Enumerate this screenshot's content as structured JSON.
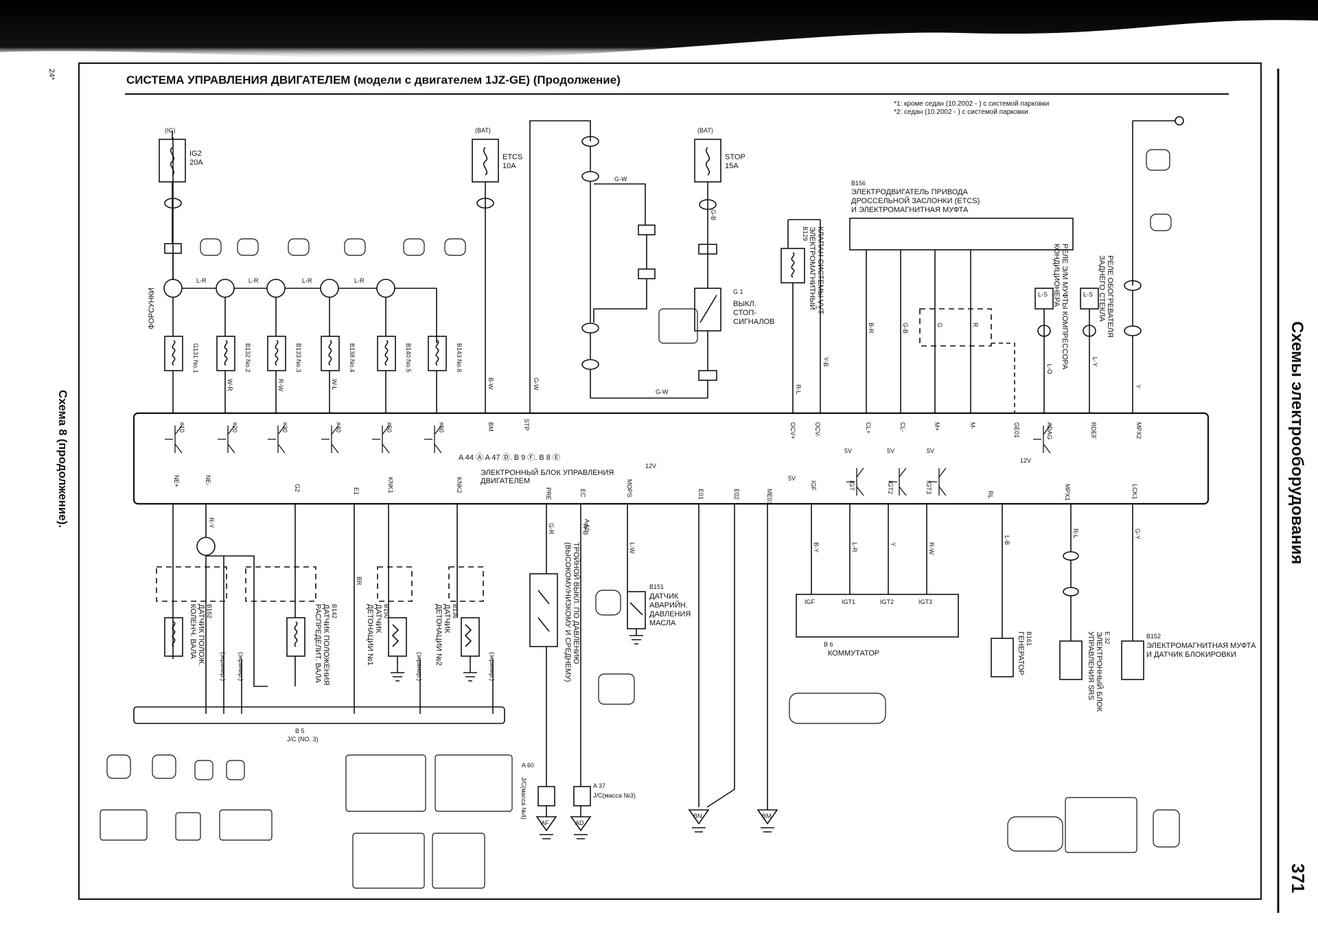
{
  "header": {
    "title": "СИСТЕМА УПРАВЛЕНИЯ ДВИГАТЕЛЕМ (модели с двигателем 1JZ-GE) (Продолжение)",
    "note1": "*1: кроме седан (10.2002 - ) с системой парковки",
    "note2": "*2: седан (10.2002 - ) с системой парковки",
    "left_mark": "24*"
  },
  "side": {
    "right_title": "Схемы электрооборудования",
    "left_caption": "Схема 8 (продолжение).",
    "page_number": "371"
  },
  "fuses": [
    {
      "source": "(IG)",
      "name": "IG2",
      "rating": "20A"
    },
    {
      "source": "(BAT)",
      "name": "ETCS",
      "rating": "10A"
    },
    {
      "source": "(BAT)",
      "name": "STOP",
      "rating": "15A"
    }
  ],
  "ecu": {
    "label_line1": "ЭЛЕКТРОННЫЙ БЛОК УПРАВЛЕНИЯ",
    "label_line2": "ДВИГАТЕЛЕМ",
    "connectors_line": "A 44 Ⓐ  A 47 Ⓓ. B 9 Ⓕ. B 8 Ⓔ",
    "top_pins": [
      "#10",
      "#20",
      "#30",
      "#40",
      "#50",
      "#60",
      "BM",
      "STP",
      "OCV+",
      "OCV-",
      "CL+",
      "CL-",
      "M+",
      "M-",
      "GE01",
      "ADAG",
      "RDEF",
      "MPX2"
    ],
    "bottom_pins": [
      "NE+",
      "NE-",
      "G2",
      "E1",
      "KNK1",
      "KNK2",
      "PRE",
      "EC",
      "MOPS",
      "E01",
      "E02",
      "ME01",
      "IGF",
      "IGT",
      "IGT2",
      "IGT3",
      "RL",
      "MPX1",
      "LCK1"
    ]
  },
  "components": {
    "injectors": "ФОРСУНКИ",
    "inj_codes": [
      "G131 No.1",
      "B132 No.2",
      "B133 No.3",
      "B138 No.4",
      "B140 No.5",
      "B143 No.6"
    ],
    "brake_switch": [
      "G 1",
      "ВЫКЛ.",
      "СТОП-",
      "СИГНАЛОВ"
    ],
    "throttle_motor": [
      "B156",
      "ЭЛЕКТРОДВИГАТЕЛЬ ПРИВОДА",
      "ДРОССЕЛЬНОЙ ЗАСЛОНКИ (ETCS)",
      "И ЭЛЕКТРОМАГНИТНАЯ МУФТА"
    ],
    "vvt_valve": [
      "B129",
      "ЭЛЕКТРОМАГНИТНЫЙ",
      "КЛАПАН СИСТЕМЫ VVT"
    ],
    "ac_relay": [
      "РЕЛЕ Э/М МУФТЫ КОМПРЕССОРА",
      "КОНДИЦИОНЕРА"
    ],
    "defog_relay": [
      "РЕЛЕ ОБОГРЕВАТЕЛЯ",
      "ЗАДНЕГО СТЕКЛА"
    ],
    "crank_sensor": [
      "B162",
      "ДАТЧИК ПОЛОЖ.",
      "КОЛЕНЧ. ВАЛА"
    ],
    "cam_sensor": [
      "B142",
      "ДАТЧИК ПОЛОЖЕНИЯ",
      "РАСПРЕДЕЛИТ. ВАЛА"
    ],
    "knock1": [
      "B150",
      "ДАТЧИК",
      "ДЕТОНАЦИИ №1"
    ],
    "knock2": [
      "B136",
      "ДАТЧИК",
      "ДЕТОНАЦИИ №2"
    ],
    "pressure_switch": [
      "A 62",
      "ТРОЙНОЙ ВЫКЛ. ПО ДАВЛЕНИЮ",
      "(ВЫСОКОМУ/НИЗКОМУ И СРЕДНЕМУ)"
    ],
    "oil_sensor": [
      "B151",
      "ДАТЧИК",
      "АВАРИЙН.",
      "ДАВЛЕНИЯ",
      "МАСЛА"
    ],
    "igniter": [
      "B 6",
      "КОММУТАТОР"
    ],
    "igniter_pins": [
      "IGF",
      "IGT1",
      "IGT2",
      "IGT3"
    ],
    "generator": [
      "B161",
      "ГЕНЕРАТОР"
    ],
    "srs": [
      "E 32",
      "ЭЛЕКТРОННЫЙ БЛОК",
      "УПРАВЛЕНИЯ SRS"
    ],
    "lockup": [
      "B152",
      "ЭЛЕКТРОМАГНИТНАЯ МУФТА",
      "И ДАТЧИК БЛОКИРОВКИ"
    ],
    "jc_bus": [
      "B 5",
      "J/C (NO. 3)"
    ],
    "ground1": [
      "A 60",
      "J/C(масса №4)"
    ],
    "ground2": [
      "A 37",
      "J/C(масса №3)"
    ],
    "grounds": [
      "AF",
      "AD",
      "BN",
      "BM"
    ],
    "shield": "(экранир.)"
  },
  "wire_colors": [
    "L-R",
    "B-W",
    "G-W",
    "G-B",
    "R-L",
    "Y-B",
    "B-R",
    "G-B",
    "G",
    "R",
    "L-O",
    "L-Y",
    "Y",
    "R-Y",
    "BR",
    "G-R",
    "W-B",
    "L-W",
    "B-Y",
    "L-R",
    "Y",
    "R-W",
    "L-B",
    "R-L",
    "G-Y",
    "W-R",
    "R-W",
    "W-L",
    "L-S"
  ],
  "terminals": [
    "12V",
    "5V"
  ]
}
